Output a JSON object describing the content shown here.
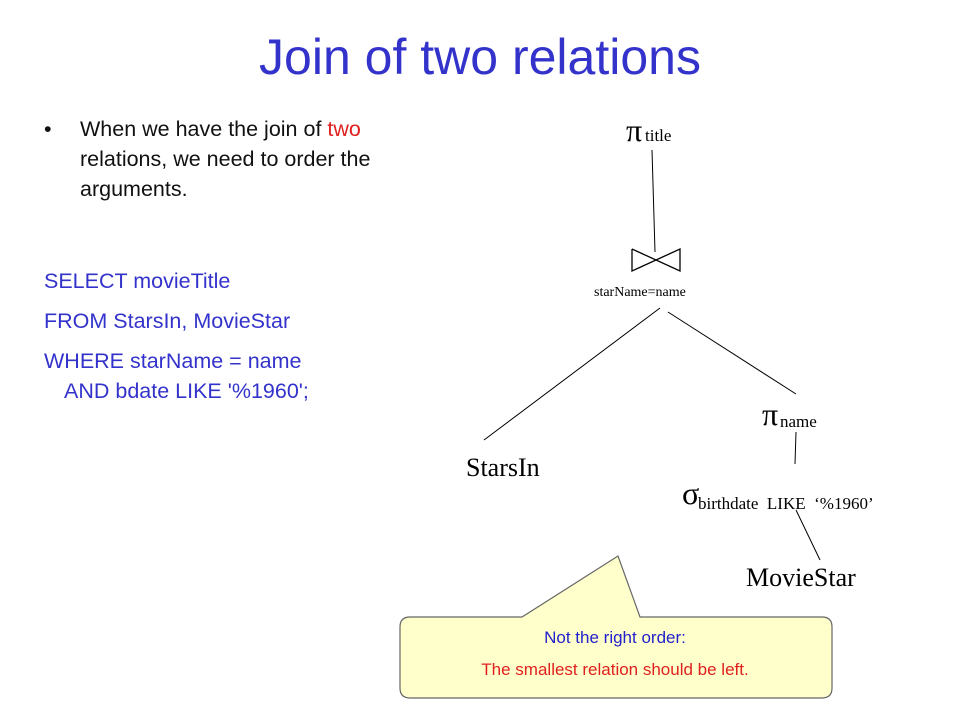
{
  "slide": {
    "title": "Join of two relations",
    "bullet": {
      "marker": "•",
      "before": "When we have the join of ",
      "highlight": "two",
      "after": " relations, we need to order the arguments."
    },
    "sql": {
      "line1": "SELECT movieTitle",
      "line2": "FROM StarsIn, MovieStar",
      "line3a": "WHERE starName = name",
      "line3b": "AND bdate LIKE '%1960';"
    },
    "tree": {
      "pi_symbol": "π",
      "pi_title_sub": "title",
      "join_condition": "starName=name",
      "pi_name_sub": "name",
      "sigma_symbol": "σ",
      "sigma_sub": "birthdate  LIKE  ‘%1960’",
      "left_leaf": "StarsIn",
      "right_leaf": "MovieStar"
    },
    "callout": {
      "line1": "Not the right order:",
      "line2": "The smallest relation should be left."
    },
    "colors": {
      "title": "#3333cc",
      "sql": "#3333cc",
      "highlight": "#e02020",
      "callout_fill": "#ffffcc"
    }
  }
}
